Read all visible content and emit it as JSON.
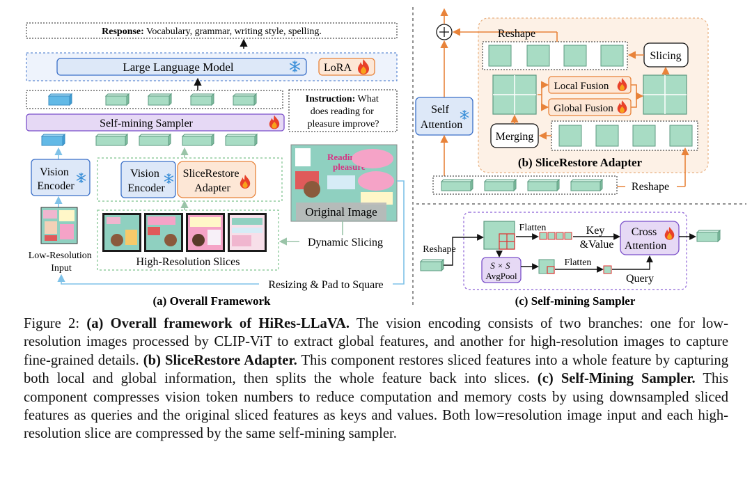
{
  "colors": {
    "blue_fill": "#dde8f8",
    "blue_edge": "#3a6fc8",
    "purple_fill": "#e6d9f5",
    "purple_edge": "#7a4fc9",
    "orange_fill": "#fde7d6",
    "orange_edge": "#e8833a",
    "green_fill": "#a8dcc4",
    "green_edge": "#5c9a80",
    "panel_b_fill": "#fdf1e6",
    "token_blue": "#62b9e6",
    "arrow_blue": "#7fc2e8",
    "arrow_orange": "#e8833a",
    "flame": "#e8402a",
    "snowflake": "#3a8fd8",
    "accent_red": "#e03030"
  },
  "icons": {
    "frozen": "snowflake-icon",
    "trainable": "flame-icon",
    "sum": "plus-circle-icon"
  },
  "panel_a": {
    "response_label": "Response:",
    "response_text": " Vocabulary, grammar, writing style, spelling.",
    "llm": "Large Language Model",
    "lora": "LoRA",
    "sampler": "Self-mining Sampler",
    "instruction_label": "Instruction:",
    "instruction_line1": "What",
    "instruction_line2": "does reading for",
    "instruction_line3": "pleasure improve?",
    "vision_encoder_1": "Vision",
    "vision_encoder_2": "Encoder",
    "slicerestore_1": "SliceRestore",
    "slicerestore_2": "Adapter",
    "original_image": "Original Image",
    "dynamic_slicing": "Dynamic Slicing",
    "hr_slices": "High-Resolution Slices",
    "lowres_1": "Low-Resolution",
    "lowres_2": "Input",
    "resize": "Resizing & Pad to Square",
    "title": "(a) Overall Framework"
  },
  "panel_b": {
    "reshape_top": "Reshape",
    "slicing": "Slicing",
    "local_fusion": "Local Fusion",
    "global_fusion": "Global Fusion",
    "merging": "Merging",
    "self_attention_1": "Self",
    "self_attention_2": "Attention",
    "title": "(b) SliceRestore Adapter",
    "reshape_bottom": "Reshape"
  },
  "panel_c": {
    "reshape": "Reshape",
    "flatten_1": "Flatten",
    "key_value_1": "Key",
    "key_value_2": "&Value",
    "cross_attention_1": "Cross",
    "cross_attention_2": "Attention",
    "avgpool_1": "S × S",
    "avgpool_2": "AvgPool",
    "flatten_2": "Flatten",
    "query": "Query",
    "title": "(c) Self-mining Sampler"
  },
  "thumb": {
    "title_1": "Reading for",
    "title_2": "pleasure"
  },
  "caption": {
    "lead": "Figure 2:  ",
    "a_title": "(a) Overall framework of HiRes-LLaVA.",
    "a_text": " The vision encoding consists of two branches: one for low-resolution images processed by CLIP-ViT to extract global features, and another for high-resolution images to capture fine-grained details. ",
    "b_title": "(b) SliceRestore Adapter.",
    "b_text": " This component restores sliced features into a whole feature by capturing both local and global information, then splits the whole feature back into slices. ",
    "c_title": "(c) Self-Mining Sampler.",
    "c_text": " This component compresses vision token numbers to reduce computation and memory costs by using downsampled sliced features as queries and the original sliced features as keys and values. Both low=resolution image input and each high-resolution slice are compressed by the same self-mining sampler."
  }
}
